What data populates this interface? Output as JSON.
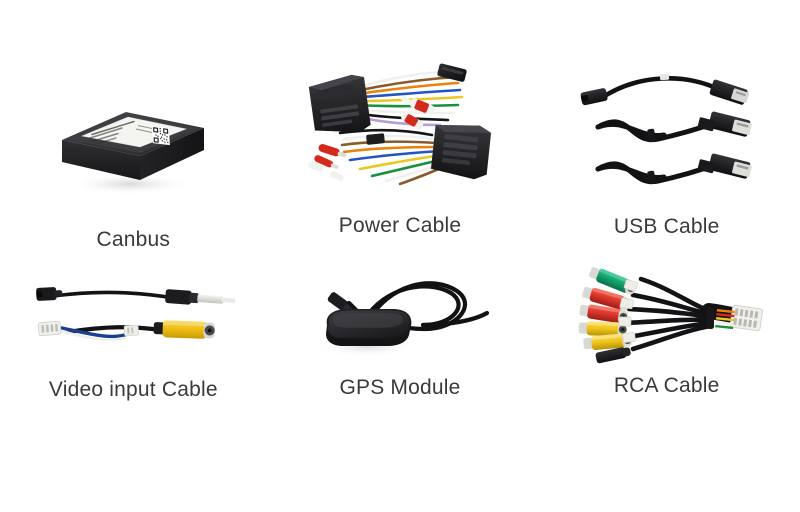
{
  "page": {
    "background_color": "#ffffff",
    "caption_color": "#3a3a3c",
    "layout": "3-column x 2-row product accessory grid"
  },
  "items": [
    {
      "id": "canbus",
      "label": "Canbus",
      "icon": "canbus-module-icon",
      "description": "Black rectangular plastic decoder box with a printed white label and QR code on the top face",
      "colors": {
        "body": "#2a2a2c",
        "body_top": "#3b3b3e",
        "label": "#f2f2f0",
        "qr": "#2b2b2b"
      }
    },
    {
      "id": "power",
      "label": "Power Cable",
      "icon": "power-harness-icon",
      "description": "Two black ISO connector harnesses with bundles of multicolored wires and inline fuses",
      "colors": {
        "connector": "#1e1e20",
        "wires": [
          "#ffffff",
          "#8a5a2b",
          "#e8820c",
          "#d42a1e",
          "#2255c4",
          "#e8c821",
          "#1a8f3c",
          "#151515",
          "#b39ddb"
        ]
      }
    },
    {
      "id": "usb",
      "label": "USB Cable",
      "icon": "usb-cable-icon",
      "description": "Two flat black USB extension cables with USB-A male connectors and a short pigtail adapter",
      "colors": {
        "cable": "#141416",
        "connector": "#1b1b1d",
        "contact": "#e9e9e6"
      }
    },
    {
      "id": "video",
      "label": "Video input Cable",
      "icon": "video-input-cable-icon",
      "description": "Two short adapter leads: a black male RCA plug lead and a yellow female RCA jack lead with blue and white reverse-trigger wires",
      "colors": {
        "cable": "#141416",
        "yellow_jack": "#f2c518",
        "blue_wire": "#1b3f8f",
        "white_wire": "#efefef",
        "plug_barrel": "#d8d8d8"
      }
    },
    {
      "id": "gps",
      "label": "GPS Module",
      "icon": "gps-antenna-icon",
      "description": "Black rounded puck GPS antenna with a long coiled black lead ending in a barrel connector",
      "colors": {
        "body": "#1c1c1e",
        "body_top": "#343438",
        "cable": "#141416"
      }
    },
    {
      "id": "rca",
      "label": "RCA Cable",
      "icon": "rca-cable-icon",
      "description": "Fanned loom of RCA jacks in green, red, red, yellow, yellow plus a black lead, braided into one white multi-pin connector",
      "colors": {
        "green": "#17a06a",
        "red": "#d8352a",
        "yellow": "#f2c518",
        "black": "#1a1a1c",
        "ring": "#e8e8e6",
        "plug_housing": "#efeee9"
      }
    }
  ]
}
